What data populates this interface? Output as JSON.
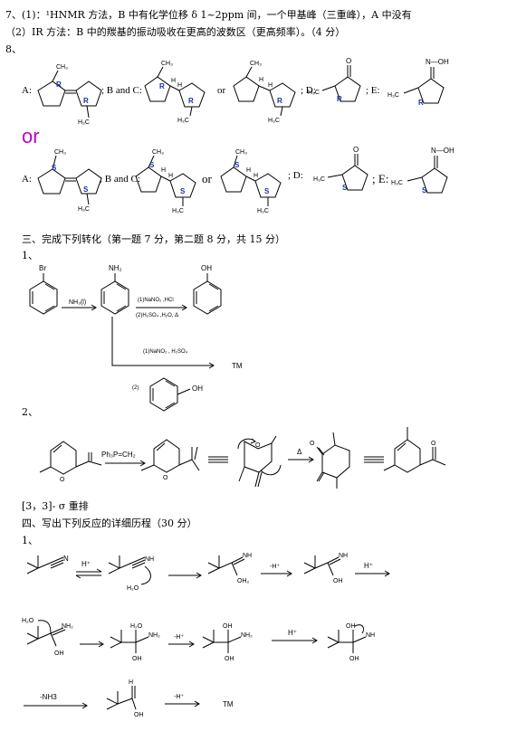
{
  "lines": {
    "q7_1": "7、(1)：¹HNMR 方法，B 中有化学位移 δ 1~2ppm 间，一个甲基峰（三重峰），A 中没有",
    "q7_2": "（2）IR 方法：B 中的羰基的振动吸收在更高的波数区（更高频率）。（4 分）",
    "q8": "8、",
    "or_big": "or",
    "sec3": "三、完成下列转化（第一题 7 分，第二题 8 分，共 15 分）",
    "s3_1": "1、",
    "s3_2": "2、",
    "sigma": "[3，3]- σ 重排",
    "sec4": "四、写出下列反应的详细历程（30 分）",
    "s4_1": "1、"
  },
  "row1": {
    "a": "A:",
    "bc": "; B and C:",
    "or": "or",
    "d": "; D:",
    "e": "; E:"
  },
  "row2": {
    "a": "A:",
    "bc": "; B and C:",
    "or": "or",
    "d": "; D:",
    "e": "; E:"
  },
  "labels": {
    "ch3": "CH₃",
    "h3c": "H₃C",
    "r": "R",
    "s": "S",
    "h": "H",
    "o": "O",
    "noh": "N—OH",
    "br": "Br",
    "nh2": "NH₂",
    "oh": "OH",
    "nh3": "NH₃(l)",
    "cond1": "(1)NaNO₂ ,HCl",
    "cond2": "(2)H₂SO₄ ,H₂O, Δ",
    "cond3": "(1)NaNO₂ , H₂SO₄",
    "cond4": "(2)",
    "tm": "TM",
    "ph3p": "Ph₃P=CH₂",
    "delta": "Δ",
    "hplus": "H⁺",
    "mhplus": "-H⁺",
    "h2o": "H₂O",
    "mnh3": "-NH3",
    "nh": "NH",
    "nh2b": "NH₂",
    "n": "N",
    "oh2": "OH₂"
  }
}
